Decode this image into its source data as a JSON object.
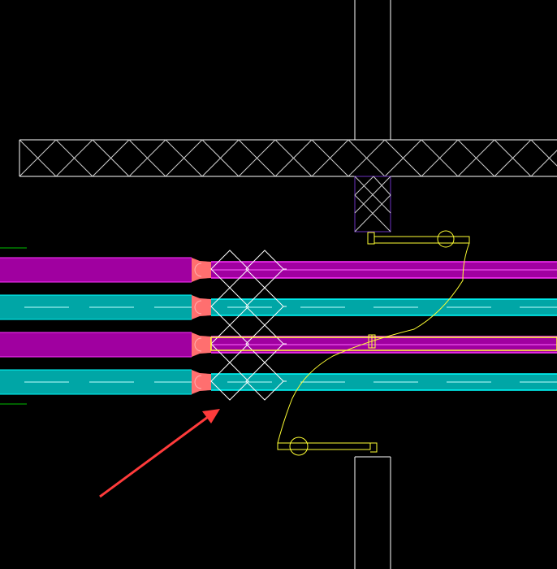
{
  "colors": {
    "background": "#000000",
    "wall_outline": "#ffffff",
    "hatch": "#d9d9d9",
    "magenta_pipe": "#a000a0",
    "magenta_edge": "#ff33ff",
    "cyan_pipe": "#00a6a6",
    "cyan_edge": "#00ffff",
    "centerline": "#bfffff",
    "connector": "#ff6f6f",
    "yellow": "#ffff33",
    "green": "#00c000",
    "arrow": "#ff3b3b",
    "purple_outline": "#5a2aa0"
  },
  "elements": {
    "pipe_types": [
      "magenta",
      "cyan",
      "magenta",
      "cyan"
    ],
    "diamond_rows": 4,
    "arrow_direction": "pointing-to-connectors"
  }
}
